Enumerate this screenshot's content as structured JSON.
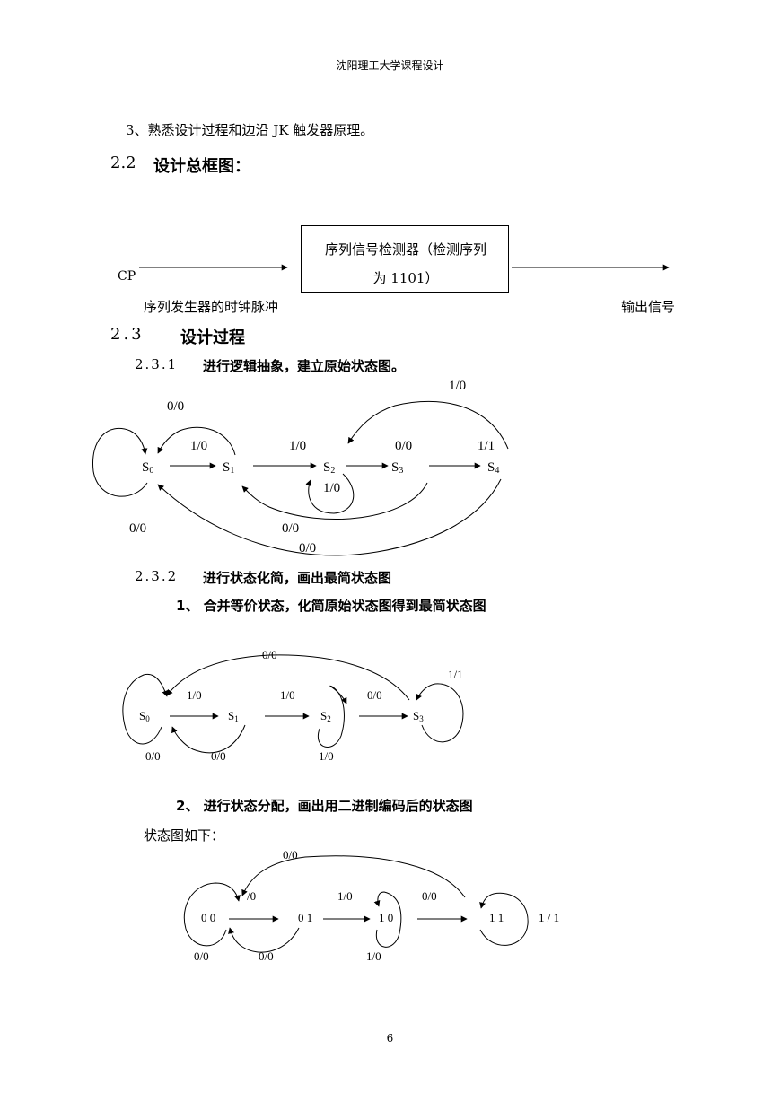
{
  "header": {
    "title": "沈阳理工大学课程设计"
  },
  "item3": "3、熟悉设计过程和边沿 JK 触发器原理。",
  "sec22": {
    "num": "2.2",
    "title": "设计总框图："
  },
  "block": {
    "cp": "CP",
    "box_line1": "序列信号检测器（检测序列",
    "box_line2": "为 1101）",
    "cp_caption": "序列发生器的时钟脉冲",
    "output": "输出信号"
  },
  "sec23": {
    "num": "2.3",
    "title": "设计过程"
  },
  "sec231": {
    "num": "2.3.1",
    "title": "进行逻辑抽象，建立原始状态图。"
  },
  "diagram1": {
    "states": [
      "S",
      "S",
      "S",
      "S",
      "S"
    ],
    "subs": [
      "0",
      "1",
      "2",
      "3",
      "4"
    ],
    "labels": [
      "1/0",
      "0/0",
      "1/0",
      "1/0",
      "0/0",
      "1/1",
      "1/0",
      "0/0",
      "0/0",
      "0/0"
    ]
  },
  "sec232": {
    "num": "2.3.2",
    "title": "进行状态化简，画出最简状态图"
  },
  "step1": "1、 合并等价状态，化简原始状态图得到最简状态图",
  "diagram2": {
    "states": [
      "S",
      "S",
      "S",
      "S"
    ],
    "subs": [
      "0",
      "1",
      "2",
      "3"
    ],
    "labels": [
      "0/0",
      "1/1",
      "1/0",
      "1/0",
      "0/0",
      "0/0",
      "0/0",
      "1/0"
    ]
  },
  "step2": "2、 进行状态分配，画出用二进制编码后的状态图",
  "state_intro": "状态图如下：",
  "diagram3": {
    "states": [
      "0 0",
      "0 1",
      "1 0",
      "1 1"
    ],
    "labels": [
      "0/0",
      "/0",
      "1/0",
      "0/0",
      "1 / 1",
      "0/0",
      "0/0",
      "1/0"
    ]
  },
  "page_number": "6"
}
